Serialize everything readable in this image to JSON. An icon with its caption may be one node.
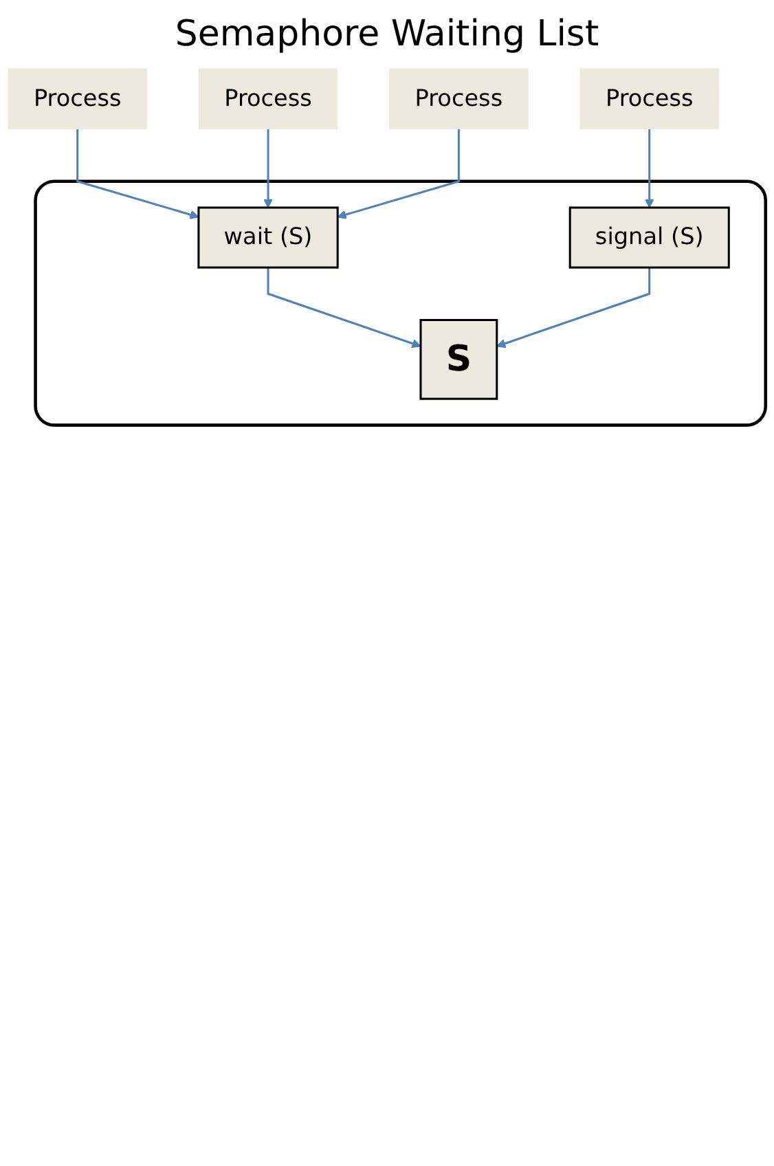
{
  "diagram": {
    "title": "Semaphore Waiting List",
    "nodes": [
      {
        "text": [
          "Process"
        ]
      },
      {
        "text": [
          "Process"
        ]
      },
      {
        "text": [
          "Process"
        ]
      },
      {
        "text": [],
        "shape": "box"
      },
      {
        "text": [
          "wait (S)"
        ],
        "in": 3
      },
      {
        "text": [
          "signal (S)"
        ],
        "in": 3
      },
      {
        "text": [
          "S"
        ],
        "in": 3
      },
      {
        "text": [
          "Process"
        ]
      }
    ],
    "edges": [
      {
        "from": 0,
        "to": 4,
        "arrow": "to"
      },
      {
        "from": 1,
        "to": 4,
        "arrow": "to"
      },
      {
        "from": 2,
        "to": 4,
        "arrow": "to"
      },
      {
        "from": 4,
        "to": 6,
        "arrow": "to"
      },
      {
        "from": 5,
        "to": 6,
        "arrow": "to"
      },
      {
        "from": 7,
        "to": 5,
        "arrow": "to"
      }
    ]
  }
}
